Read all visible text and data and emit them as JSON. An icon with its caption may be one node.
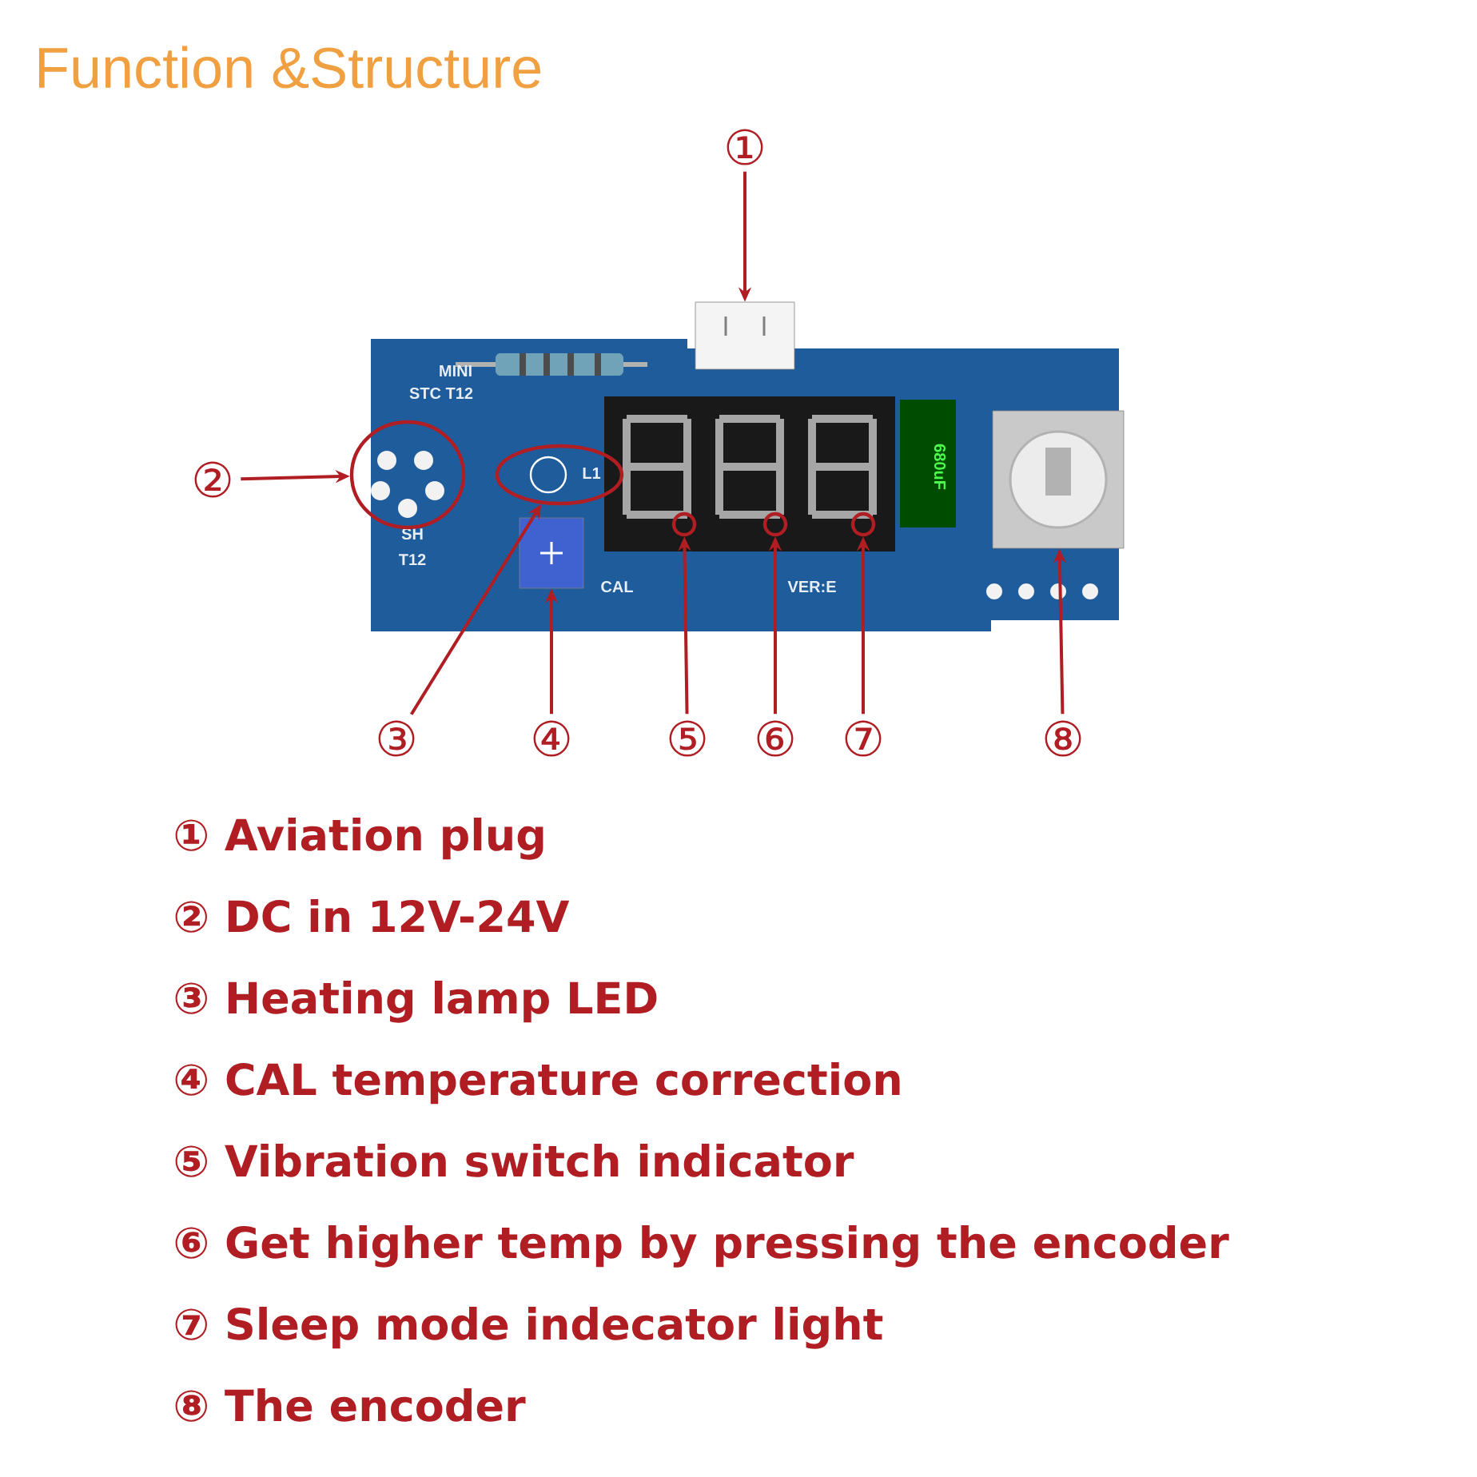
{
  "diagram": {
    "title": "Function &Structure",
    "nodes": [
      {
        "text": [
          "①"
        ]
      },
      {
        "text": [
          "②"
        ]
      },
      {
        "text": [
          "③"
        ]
      },
      {
        "text": [
          "④"
        ]
      },
      {
        "text": [
          "⑤"
        ]
      },
      {
        "text": [
          "⑥"
        ]
      },
      {
        "text": [
          "⑦"
        ]
      },
      {
        "text": [
          "⑧"
        ]
      },
      {
        "text": [],
        "shape": "picture"
      },
      {
        "text": [],
        "shape": "circle"
      },
      {
        "text": [],
        "shape": "circle"
      },
      {
        "text": [],
        "shape": "picture"
      },
      {
        "text": [],
        "shape": "circle"
      },
      {
        "text": [],
        "shape": "circle"
      },
      {
        "text": [],
        "shape": "circle"
      },
      {
        "text": [],
        "shape": "picture"
      }
    ],
    "edges": [
      {
        "from": 0,
        "to": 8,
        "arrow": "to"
      },
      {
        "from": 1,
        "to": 9,
        "arrow": "to"
      },
      {
        "from": 2,
        "to": 10,
        "arrow": "to"
      },
      {
        "from": 3,
        "to": 11,
        "arrow": "to"
      },
      {
        "from": 4,
        "to": 12,
        "arrow": "to"
      },
      {
        "from": 5,
        "to": 13,
        "arrow": "to"
      },
      {
        "from": 6,
        "to": 14,
        "arrow": "to"
      },
      {
        "from": 7,
        "to": 15,
        "arrow": "to"
      }
    ],
    "labels": [
      "MINI",
      "STC T12",
      "L1",
      "SH",
      "T12",
      "CAL",
      "VER:E",
      "680uF",
      "① Aviation plug",
      "② DC in 12V-24V",
      "③ Heating lamp LED",
      "④ CAL temperature correction",
      "⑤ Vibration switch indicator",
      "⑥ Get higher temp by pressing the encoder",
      "⑦ Sleep mode indecator light",
      "⑧ The encoder"
    ]
  }
}
